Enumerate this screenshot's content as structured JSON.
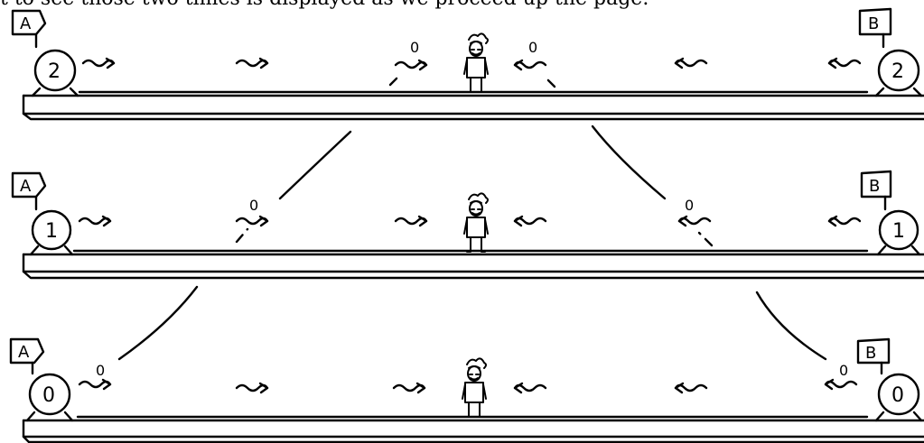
{
  "caption": "t to see those two times is displayed as we proceed up the page.",
  "clock_a_label": "A",
  "clock_b_label": "B",
  "signal_label": "0",
  "rows": [
    {
      "clock_a_reading": "2",
      "clock_b_reading": "2"
    },
    {
      "clock_a_reading": "1",
      "clock_b_reading": "1"
    },
    {
      "clock_a_reading": "0",
      "clock_b_reading": "0"
    }
  ]
}
